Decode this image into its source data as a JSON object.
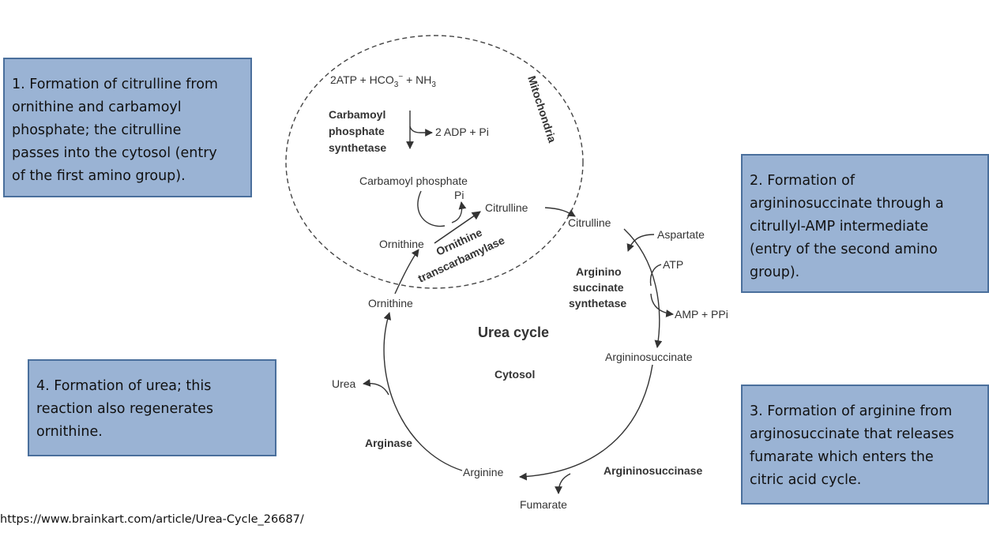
{
  "notes": {
    "n1": [
      "1. Formation of citrulline from",
      "ornithine and carbamoyl",
      "phosphate; the citrulline",
      "passes into the cytosol (entry",
      "of the first amino group)."
    ],
    "n2": [
      "2. Formation of",
      "argininosuccinate through a",
      "citrullyl-AMP intermediate",
      "(entry of the second amino",
      "group)."
    ],
    "n3": [
      "3. Formation of arginine from",
      "arginosuccinate that releases",
      "fumarate which enters the",
      "citric acid cycle."
    ],
    "n4": [
      "4. Formation of urea; this",
      "reaction also regenerates",
      "ornithine."
    ]
  },
  "diagram": {
    "reactants_prefix": "2ATP + HCO",
    "reactants_sub": "3",
    "reactants_sup": "−",
    "reactants_suffix": " + NH",
    "reactants_sub2": "3",
    "mitochondria": "Mitochondria",
    "cps": [
      "Carbamoyl",
      "phosphate",
      "synthetase"
    ],
    "adp": "2 ADP + Pi",
    "carbamoyl_phosphate": "Carbamoyl phosphate",
    "pi": "Pi",
    "citrulline_mito": "Citrulline",
    "citrulline_cyto": "Citrulline",
    "ornithine_mito": "Ornithine",
    "otc": [
      "Ornithine",
      "transcarbamylase"
    ],
    "ornithine_cyto": "Ornithine",
    "aspartate": "Aspartate",
    "atp": "ATP",
    "ass": [
      "Arginino",
      "succinate",
      "synthetase"
    ],
    "amp": "AMP + PPi",
    "urea_cycle": "Urea cycle",
    "cytosol": "Cytosol",
    "argininosuccinate": "Argininosuccinate",
    "urea": "Urea",
    "arginase": "Arginase",
    "arginine": "Arginine",
    "argininosuccinase": "Argininosuccinase",
    "fumarate": "Fumarate"
  },
  "source_url": "https://www.brainkart.com/article/Urea-Cycle_26687/"
}
